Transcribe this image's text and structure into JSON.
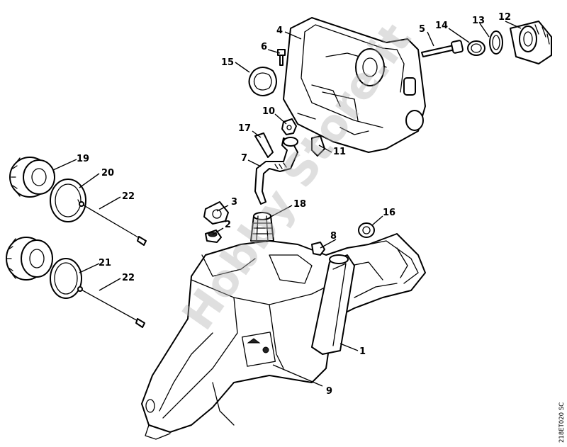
{
  "drawing_code": "218ET020 SC",
  "watermark": "Hobby Store.it",
  "callouts": [
    {
      "label": "1"
    },
    {
      "label": "2"
    },
    {
      "label": "3"
    },
    {
      "label": "4"
    },
    {
      "label": "5"
    },
    {
      "label": "6"
    },
    {
      "label": "7"
    },
    {
      "label": "8"
    },
    {
      "label": "9"
    },
    {
      "label": "10"
    },
    {
      "label": "11"
    },
    {
      "label": "12"
    },
    {
      "label": "13"
    },
    {
      "label": "14"
    },
    {
      "label": "15"
    },
    {
      "label": "16"
    },
    {
      "label": "17"
    },
    {
      "label": "18"
    },
    {
      "label": "19"
    },
    {
      "label": "20"
    },
    {
      "label": "21"
    },
    {
      "label": "22"
    },
    {
      "label": "22"
    }
  ]
}
